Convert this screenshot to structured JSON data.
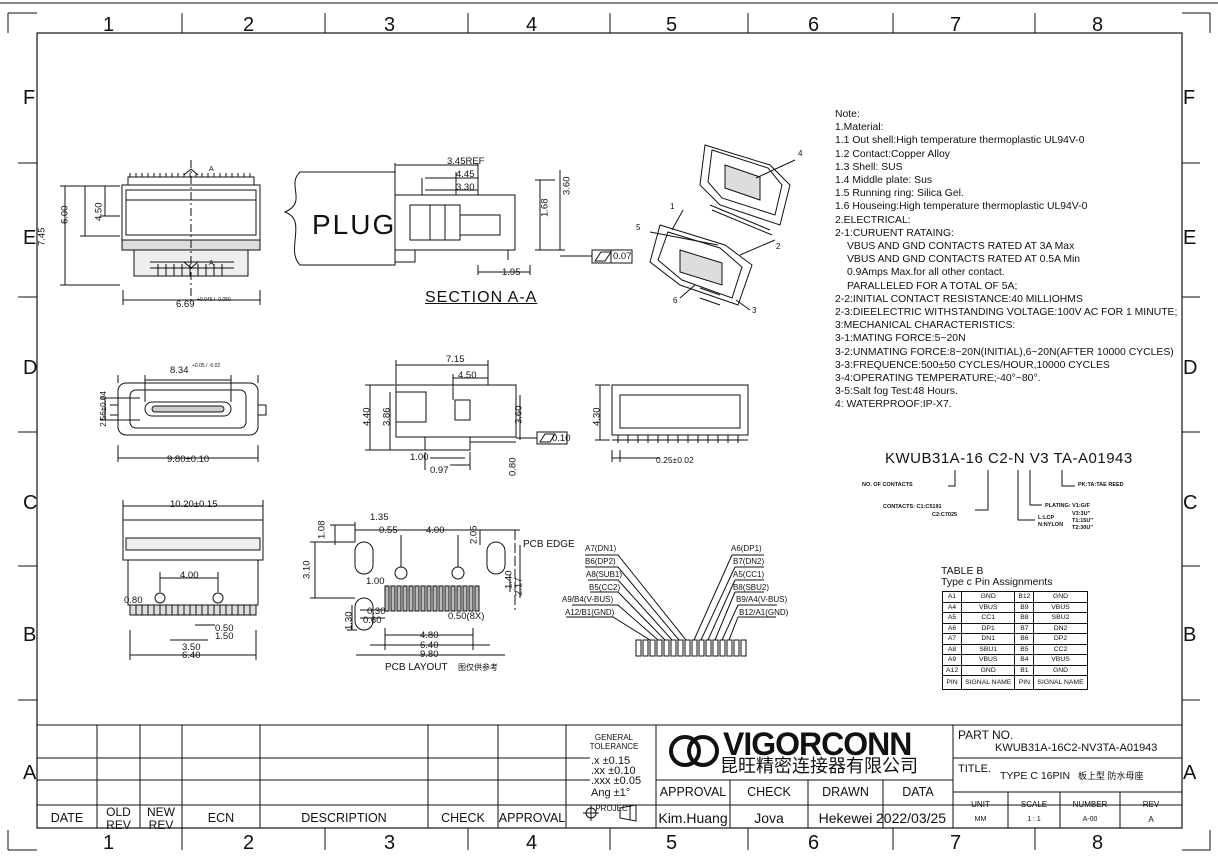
{
  "zones": {
    "columns": [
      "1",
      "2",
      "3",
      "4",
      "5",
      "6",
      "7",
      "8"
    ],
    "rows": [
      "F",
      "E",
      "D",
      "C",
      "B",
      "A"
    ]
  },
  "notes": [
    "Note:",
    "1.Material:",
    "1.1 Out shell:High temperature thermoplastic UL94V-0",
    "1.2 Contact:Copper Alloy",
    "1.3 Shell: SUS",
    "1.4 Middle plate: Sus",
    "1.5 Running ring: Silica Gel.",
    "1.6 Houseing:High temperature thermoplastic UL94V-0",
    "2.ELECTRICAL:",
    "2-1:CURUENT RATAING:",
    "   VBUS AND GND CONTACTS RATED AT 3A Max",
    "   VBUS AND GND CONTACTS RATED AT 0.5A Min",
    "   0.9Amps Max.for all other contact.",
    "   PARALLELED FOR A TOTAL OF 5A;",
    "2-2:INITIAL CONTACT RESISTANCE:40 MILLIOHMS",
    "2-3:DIEELECTRIC WITHSTANDING VOLTAGE:100V AC FOR 1 MINUTE;",
    "3:MECHANICAL CHARACTERISTICS:",
    "3-1:MATING FORCE:5~20N",
    "3-2:UNMATING FORCE:8~20N(INITIAL),6~20N(AFTER 10000 CYCLES)",
    "3-3:FREQUENCE:500±50 CYCLES/HOUR,10000 CYCLES",
    "3-4:OPERATING TEMPERATURE;-40°~80°.",
    "3-5:Salt fog Test:48 Hours.",
    "4: WATERPROOF:IP-X7."
  ],
  "part_code": {
    "code": "KWUB31A-16  C2-N  V3  TA-A01943",
    "no_contacts": "NO. OF CONTACTS",
    "contacts": "CONTACTS: C1:C5191",
    "contacts2": "C2:C7025",
    "lcp": "L:LCP",
    "nylon": "N:NYLON",
    "plating": "PLATING: V1:G/F",
    "v3": "V3:3U\"",
    "t1": "T1:15U\"",
    "t2": "T2:30U\"",
    "pk": "PK:TA:TAE REED"
  },
  "table_b": {
    "title": "TABLE B",
    "subtitle": "Type c Pin Assignments",
    "rows": [
      [
        "A1",
        "GND",
        "B12",
        "GND"
      ],
      [
        "A4",
        "VBUS",
        "B9",
        "VBUS"
      ],
      [
        "A5",
        "CC1",
        "B8",
        "SBU2"
      ],
      [
        "A6",
        "DP1",
        "B7",
        "DN2"
      ],
      [
        "A7",
        "DN1",
        "B6",
        "DP2"
      ],
      [
        "A8",
        "SBU1",
        "B5",
        "CC2"
      ],
      [
        "A9",
        "VBUS",
        "B4",
        "VBUS"
      ],
      [
        "A12",
        "GND",
        "B1",
        "GND"
      ],
      [
        "PIN",
        "SIGNAL NAME",
        "PIN",
        "SIGNAL NAME"
      ]
    ]
  },
  "labels": {
    "plug": "PLUG",
    "section": "SECTION  A-A",
    "pcb_layout": "PCB LAYOUT",
    "pcb_layout_cn": "图仅供参考",
    "pcb_edge": "PCB EDGE",
    "pins_left": [
      "A7(DN1)",
      "B6(DP2)",
      "A8(SUB1)",
      "B5(CC2)",
      "A9/B4(V-BUS)",
      "A12/B1(GND)"
    ],
    "pins_right": [
      "A6(DP1)",
      "B7(DN2)",
      "A5(CC1)",
      "B8(SBU2)",
      "B9/A4(V-BUS)",
      "B12/A1(GND)"
    ],
    "balloons": [
      "1",
      "2",
      "3",
      "4",
      "5",
      "6"
    ],
    "section_mark": "A"
  },
  "dimensions": {
    "d745": "7.45",
    "d600": "6.00",
    "d450": "4.50",
    "d669": "6.69",
    "d669_tol": "+0.045 / -0.050",
    "d345": "3.45REF",
    "d445": "4.45",
    "d330": "3.30",
    "d168": "1.68",
    "d360": "3.60",
    "d195": "1.95",
    "flat1": "0.07",
    "d834": "8.34",
    "d834_tol": "+0.05 / -0.02",
    "d256": "2.56±0.04",
    "d980": "9.80±0.10",
    "d715": "7.15",
    "d450b": "4.50",
    "d440": "4.40",
    "d386": "3.86",
    "d360b": "3.60",
    "d100": "1.00",
    "d097": "0.97",
    "d080": "0.80",
    "flat2": "0.10",
    "d430": "4.30",
    "d025": "0.25±0.02",
    "d1020": "10.20±0.15",
    "d400": "4.00",
    "d080b": "0.80",
    "d050": "0.50",
    "d150": "1.50",
    "d350": "3.50",
    "d640": "6.40",
    "d135": "1.35",
    "d108": "1.08",
    "d055": "0.55",
    "d400b": "4.00",
    "d205": "2.05",
    "d310": "3.10",
    "d100b": "1.00",
    "d030": "0.30",
    "d060": "0.60",
    "d130": "1.30",
    "d050x": "0.50(8X)",
    "d140": "1.40",
    "d217": "2.17",
    "d480": "4.80",
    "d640b": "6.40",
    "d980b": "9.80"
  },
  "title_block": {
    "revision_headers": [
      "DATE",
      "OLD REV",
      "NEW REV",
      "ECN",
      "DESCRIPTION",
      "CHECK",
      "APPROVAL"
    ],
    "general_tolerance": "GENERAL TOLERANCE",
    "tol_x": ".x   ±0.15",
    "tol_xx": ".xx  ±0.10",
    "tol_xxx": ".xxx ±0.05",
    "tol_ang": "Ang ±1°",
    "project": "PROJECT",
    "company": "VIGORCONN",
    "company_cn": "昆旺精密连接器有限公司",
    "approval_label": "APPROVAL",
    "check_label": "CHECK",
    "drawn_label": "DRAWN",
    "data_label": "DATA",
    "approval": "Kim.Huang",
    "check": "Jova",
    "drawn": "Hekewei",
    "date": "2022/03/25",
    "part_no_label": "PART NO.",
    "part_no": "KWUB31A-16C2-NV3TA-A01943",
    "title_label": "TITLE.",
    "title": "TYPE C 16PIN",
    "title_cn": "板上型 防水母座",
    "unit_label": "UNIT",
    "scale_label": "SCALE",
    "number_label": "NUMBER",
    "rev_label": "REV",
    "unit": "MM",
    "scale": "1 : 1",
    "number": "A-00",
    "rev": "A"
  }
}
